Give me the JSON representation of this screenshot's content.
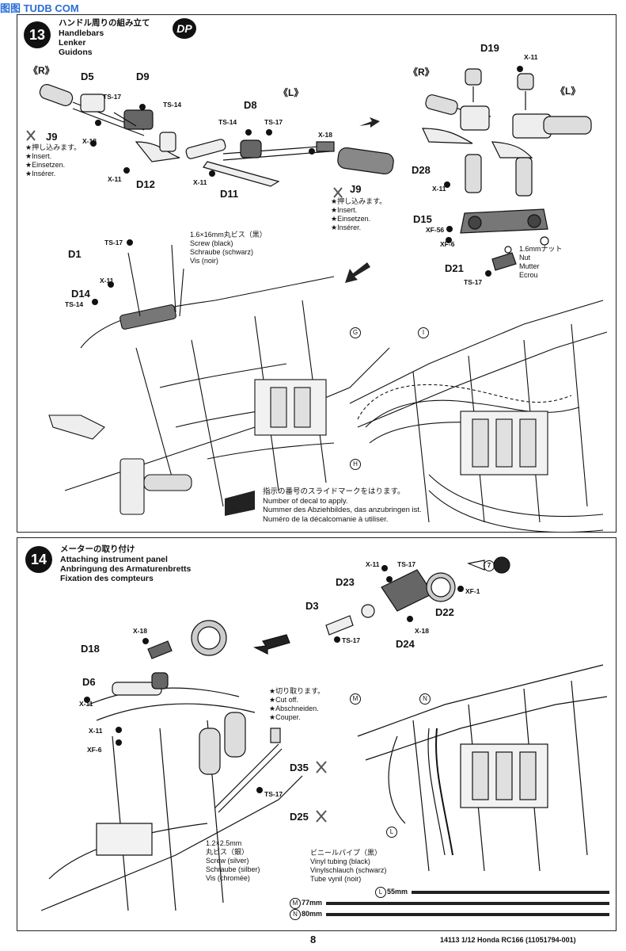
{
  "watermark": "图图 TUDB COM",
  "step13": {
    "number": "13",
    "title_jp": "ハンドル周りの組み立て",
    "title_en": "Handlebars",
    "title_de": "Lenker",
    "title_fr": "Guidons",
    "badge": "DP",
    "side_R": "《R》",
    "side_L": "《L》",
    "parts": {
      "D5": "D5",
      "D9": "D9",
      "J9": "J9",
      "D12": "D12",
      "D8": "D8",
      "D11": "D11",
      "J9b": "J9",
      "D19": "D19",
      "D28": "D28",
      "D15": "D15",
      "D21": "D21",
      "D1": "D1",
      "D14": "D14"
    },
    "codes": {
      "ts17a": "TS-17",
      "ts14a": "TS-14",
      "x18a": "X-18",
      "x11a": "X-11",
      "ts14b": "TS-14",
      "ts17b": "TS-17",
      "x18b": "X-18",
      "x11b": "X-11",
      "x11c": "X-11",
      "x11d": "X-11",
      "xf56": "XF-56",
      "xf6": "XF-6",
      "ts17c": "TS-17",
      "ts17d": "TS-17",
      "x11e": "X-11",
      "ts14c": "TS-14"
    },
    "insert_note": "★押し込みます。\n★Insert.\n★Einsetzen.\n★Insérer.",
    "insert_note2": "★押し込みます。\n★Insert.\n★Einsetzen.\n★Insérer.",
    "screw_note": "1.6×16mm丸ビス（黒）\nScrew (black)\nSchraube (schwarz)\nVis (noir)",
    "nut_note": "1.6mmナット\nNut\nMutter\nEcrou",
    "marker_G": "G",
    "marker_I": "I",
    "marker_H": "H",
    "decal_note": "指示の番号のスライドマークをはります。\nNumber of decal to apply.\nNummer des Abziehbildes, das anzubringen ist.\nNuméro de la décalcomanie à utiliser."
  },
  "step14": {
    "number": "14",
    "title_jp": "メーターの取り付け",
    "title_en": "Attaching instrument panel",
    "title_de": "Anbringung des Armaturenbretts",
    "title_fr": "Fixation des compteurs",
    "parts": {
      "D23": "D23",
      "D3": "D3",
      "D24": "D24",
      "D22": "D22",
      "D18": "D18",
      "D6": "D6",
      "D35": "D35",
      "D25": "D25"
    },
    "codes": {
      "x11a": "X-11",
      "ts17a": "TS-17",
      "xf1": "XF-1",
      "x18a": "X-18",
      "ts17b": "TS-17",
      "x18b": "X-18",
      "x11b": "X-11",
      "x11c": "X-11",
      "xf6": "XF-6",
      "ts17c": "TS-17"
    },
    "decal_num": "7",
    "cut_note": "★切り取ります。\n★Cut off.\n★Abschneiden.\n★Couper.",
    "screw_note": "1.2×2.5mm\n丸ビス（銀）\nScrew (silver)\nSchraube (silber)\nVis (chromée)",
    "tube_note": "ビニールパイプ（黒）\nVinyl tubing (black)\nVinylschlauch (schwarz)\nTube vynil (noir)",
    "marker_M": "M",
    "marker_N": "N",
    "marker_L": "L",
    "tube_L": "55mm",
    "tube_M": "77mm",
    "tube_N": "80mm"
  },
  "footer": {
    "page_number": "8",
    "code": "14113  1/12 Honda RC166 (11051794-001)"
  }
}
